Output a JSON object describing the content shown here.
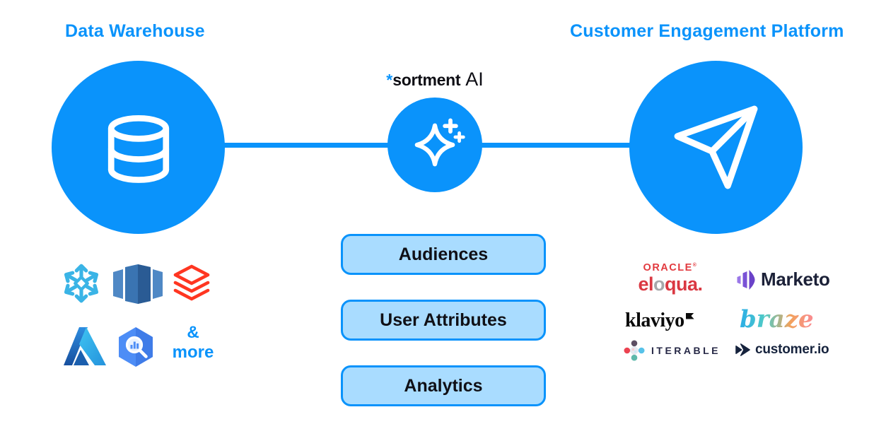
{
  "titles": {
    "left": "Data Warehouse",
    "right": "Customer Engagement Platform"
  },
  "brand": {
    "asterisk": "*",
    "name": "sortment",
    "suffix": "AI"
  },
  "pills": [
    "Audiences",
    "User Attributes",
    "Analytics"
  ],
  "warehouse": {
    "more_amp": "&",
    "more_word": "more",
    "icon_names": [
      "snowflake-icon",
      "redshift-icon",
      "databricks-icon",
      "azure-icon",
      "bigquery-icon"
    ]
  },
  "engagement": {
    "oracle": "ORACLE",
    "oracle_mark": "®",
    "eloqua_el": "el",
    "eloqua_o": "o",
    "eloqua_qua": "qua.",
    "marketo": "Marketo",
    "klaviyo": "klaviyo",
    "braze": "braze",
    "iterable": "ITERABLE",
    "customerio": "customer.io",
    "icon_names": [
      "marketo-bars-icon",
      "klaviyo-flag-icon",
      "iterable-diamond-icon",
      "customerio-chevrons-icon"
    ]
  },
  "node_icons": [
    "database-icon",
    "ai-sparkle-icon",
    "paper-plane-icon"
  ],
  "colors": {
    "primary_blue": "#0a93fb",
    "pill_fill": "#a9dcff",
    "pill_border": "#0a93fb",
    "snowflake_blue": "#3ab4e6",
    "databricks_red": "#ff3621",
    "redshift_blue": "#2d5f96",
    "azure_blue": "#2492dc",
    "bigquery_blue": "#4d8df6",
    "oracle_red": "#e23a3f",
    "eloqua_grey": "#a6a8ab",
    "marketo_purple": "#7a52d6",
    "klaviyo_black": "#0b0b0b",
    "dark_navy": "#16233d",
    "braze_gradient": [
      "#2fb1e3",
      "#51cbc5",
      "#f2a25c",
      "#f98d8d"
    ],
    "iterable_dots": [
      "#5d4e63",
      "#ec4251",
      "#57c2e9",
      "#5eb9ab"
    ]
  }
}
